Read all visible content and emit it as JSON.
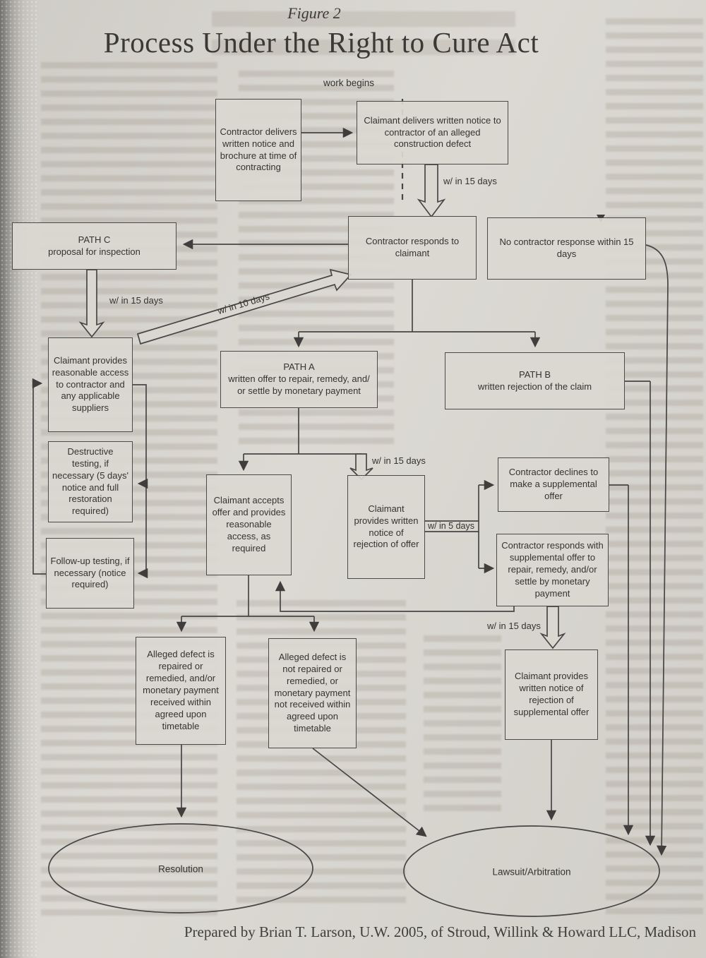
{
  "page": {
    "figure_label": "Figure 2",
    "title": "Process Under the Right to Cure Act",
    "footer": "Prepared by Brian T. Larson, U.W. 2005, of Stroud, Willink & Howard LLC, Madison"
  },
  "colors": {
    "page_background": "#dad7d1",
    "line": "#474645",
    "text": "#34332f"
  },
  "nodes": {
    "work_begins": "work begins",
    "contractor_delivers": "Contractor delivers written notice and brochure at time of contracting",
    "claimant_delivers": "Claimant delivers written notice to contractor of an alleged construction defect",
    "contractor_responds": "Contractor responds to claimant",
    "no_response": "No contractor response within 15 days",
    "path_c_title": "PATH C",
    "path_c_sub": "proposal for inspection",
    "claimant_access": "Claimant provides reasonable access to contractor and any applicable suppliers",
    "destructive_testing": "Destructive testing, if necessary (5 days' notice and full restoration required)",
    "follow_up_testing": "Follow-up testing, if necessary (notice required)",
    "path_a_title": "PATH A",
    "path_a_sub": "written offer to repair, remedy, and/ or settle by monetary payment",
    "path_b_title": "PATH B",
    "path_b_sub": "written rejection of the claim",
    "claimant_accepts": "Claimant accepts offer and provides reasonable access, as required",
    "rejection_offer": "Claimant provides written notice of rejection of offer",
    "contractor_declines": "Contractor declines to make a supplemental offer",
    "supplemental_offer": "Contractor responds with supplemental offer to repair, remedy, and/or settle by monetary payment",
    "rejection_supplemental": "Claimant provides written notice of rejection of supplemental offer",
    "defect_repaired": "Alleged defect is repaired or remedied, and/or monetary payment received within agreed upon timetable",
    "defect_not_repaired": "Alleged defect is not repaired or remedied, or monetary payment not received within agreed upon timetable",
    "resolution": "Resolution",
    "lawsuit": "Lawsuit/Arbitration"
  },
  "labels": {
    "within_15_days": "w/ in 15 days",
    "within_10_days": "w/ in 10 days",
    "within_5_days": "w/ in 5 days"
  },
  "edges": [
    {
      "from": "contractor_delivers",
      "to": "claimant_delivers",
      "label": ""
    },
    {
      "from": "claimant_delivers",
      "to": "contractor_responds",
      "label": "w/ in 15 days"
    },
    {
      "from": "claimant_delivers",
      "to": "no_response",
      "label": ""
    },
    {
      "from": "contractor_responds",
      "to": "path_c",
      "label": ""
    },
    {
      "from": "path_c",
      "to": "claimant_access",
      "label": "w/ in 15 days"
    },
    {
      "from": "claimant_access",
      "to": "contractor_responds",
      "label": "w/ in 10 days"
    },
    {
      "from": "claimant_access",
      "to": "destructive_testing",
      "label": ""
    },
    {
      "from": "claimant_access",
      "to": "follow_up_testing",
      "label": ""
    },
    {
      "from": "follow_up_testing",
      "to": "claimant_access",
      "label": ""
    },
    {
      "from": "contractor_responds",
      "to": "path_a",
      "label": ""
    },
    {
      "from": "contractor_responds",
      "to": "path_b",
      "label": ""
    },
    {
      "from": "path_a",
      "to": "claimant_accepts",
      "label": ""
    },
    {
      "from": "path_a",
      "to": "rejection_offer",
      "label": "w/ in 15 days"
    },
    {
      "from": "rejection_offer",
      "to": "contractor_declines",
      "label": "w/ in 5 days"
    },
    {
      "from": "rejection_offer",
      "to": "supplemental_offer",
      "label": "w/ in 5 days"
    },
    {
      "from": "supplemental_offer",
      "to": "claimant_accepts",
      "label": ""
    },
    {
      "from": "supplemental_offer",
      "to": "rejection_supplemental",
      "label": "w/ in 15 days"
    },
    {
      "from": "claimant_accepts",
      "to": "defect_repaired",
      "label": ""
    },
    {
      "from": "claimant_accepts",
      "to": "defect_not_repaired",
      "label": ""
    },
    {
      "from": "defect_repaired",
      "to": "resolution",
      "label": ""
    },
    {
      "from": "defect_not_repaired",
      "to": "lawsuit",
      "label": ""
    },
    {
      "from": "rejection_supplemental",
      "to": "lawsuit",
      "label": ""
    },
    {
      "from": "contractor_declines",
      "to": "lawsuit",
      "label": ""
    },
    {
      "from": "path_b",
      "to": "lawsuit",
      "label": ""
    },
    {
      "from": "no_response",
      "to": "lawsuit",
      "label": ""
    }
  ]
}
